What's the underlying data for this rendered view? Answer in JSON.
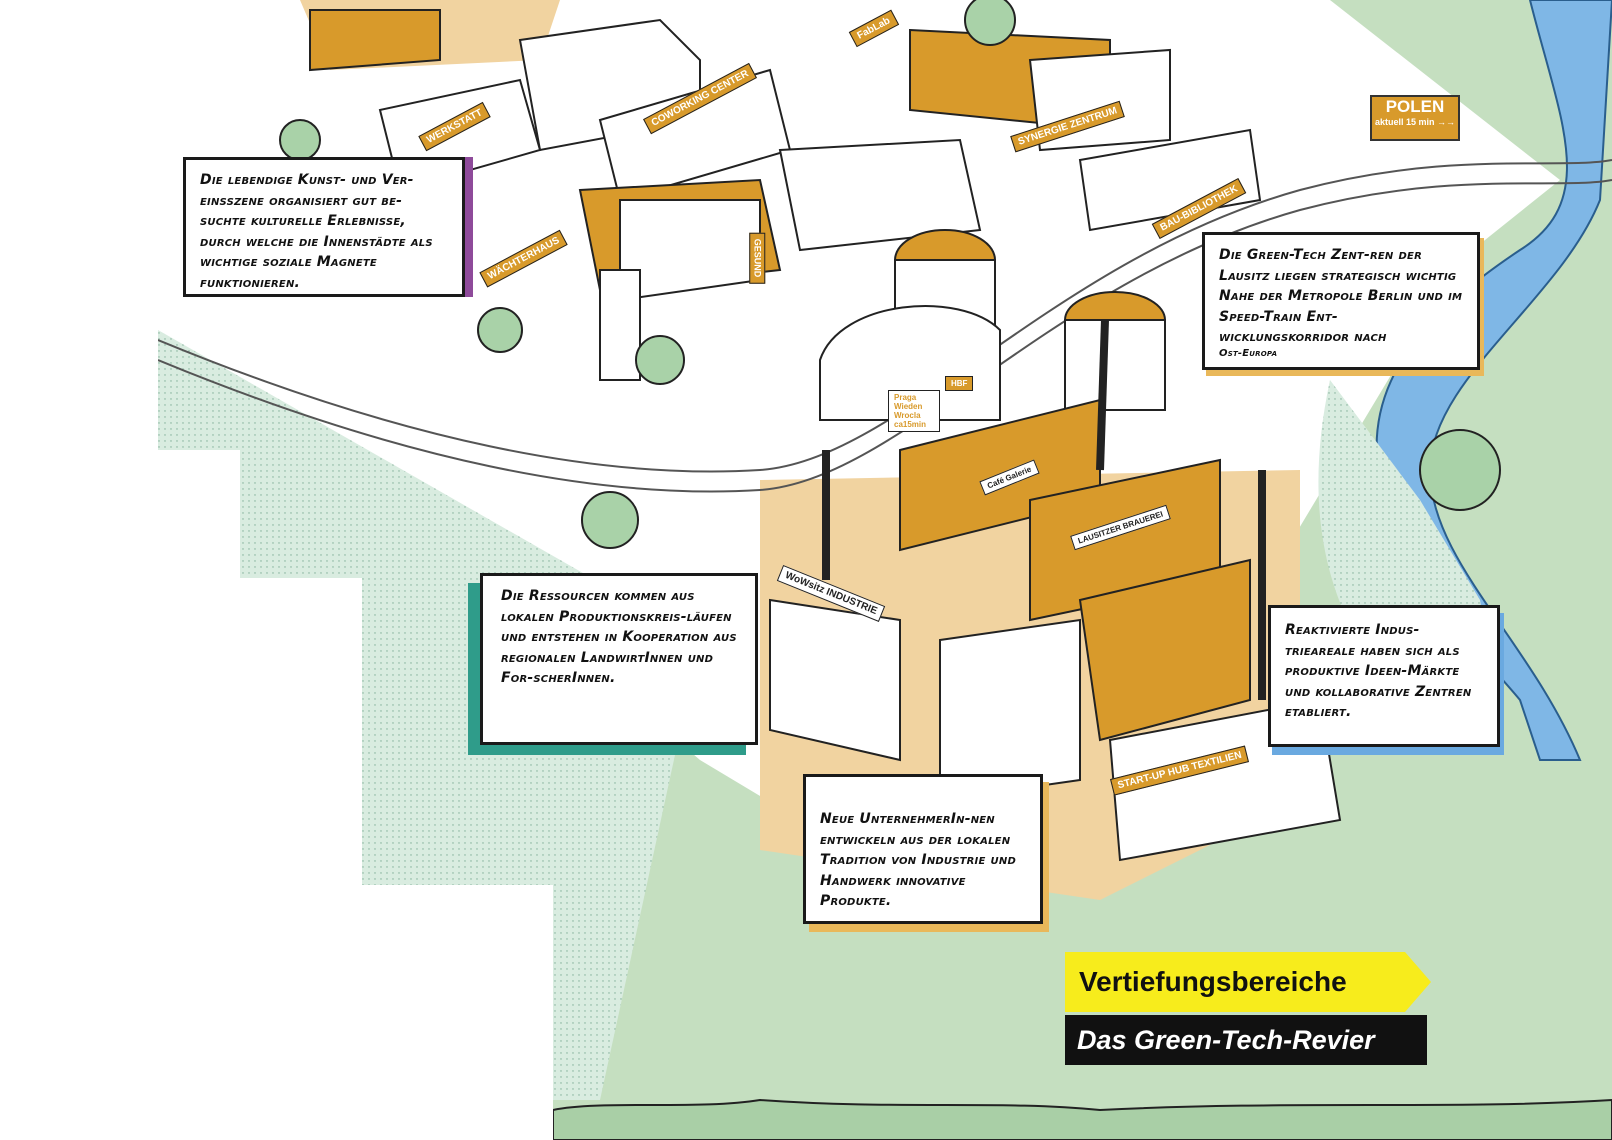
{
  "callouts": {
    "culture": "Die lebendige Kunst- und Ver-einsszene organisiert gut be-suchte kulturelle Erlebnisse, durch welche die Innenstädte als wichtige soziale Magnete funktionieren.",
    "greentech": "Die Green-Tech Zent-ren der Lausitz liegen strategisch wichtig Nahe der Metropole Berlin und im Speed-Train Ent-wicklungskorridor nach",
    "greentech_small": "Ost-Europa",
    "resources": "Die Ressourcen kommen aus lokalen Produktionskreis-läufen und entstehen in Kooperation aus regionalen LandwirtInnen und For-scherInnen.",
    "entrepreneurs": "Neue UnternehmerIn-nen entwickeln aus der lokalen Tradition von Industrie und Handwerk innovative Produkte.",
    "industry": "Reaktivierte Indus-trieareale haben sich als produktive Ideen-Märkte und kollaborative Zentren etabliert."
  },
  "labels": {
    "werkstatt": "WERKSTATT",
    "coworking": "COWORKING CENTER",
    "fablab": "FabLab",
    "synergie": "SYNERGIE ZENTRUM",
    "baubibliothek": "BAU-BIBLIOTHEK",
    "waechterhaus": "WÄCHTERHAUS",
    "gesund": "GESUND",
    "hbf": "HBF",
    "station_sign": "Praga Wieden Wrocla ca15min",
    "cafe": "Café Galerie",
    "brauerei": "LAUSITZER BRAUEREI",
    "wowsitz": "WoWsitz INDUSTRIE",
    "startup": "START-UP HUB TEXTILIEN"
  },
  "polen_sign": {
    "title": "POLEN",
    "subtitle": "aktuell 15 min →→"
  },
  "title": {
    "main": "Vertiefungsbereiche",
    "sub": "Das Green-Tech-Revier"
  },
  "colors": {
    "green": "#c5dfc0",
    "orange": "#d89a2b",
    "sand": "#f1d3a0",
    "river": "#7fb7e6",
    "yellow": "#f7ec1c"
  }
}
